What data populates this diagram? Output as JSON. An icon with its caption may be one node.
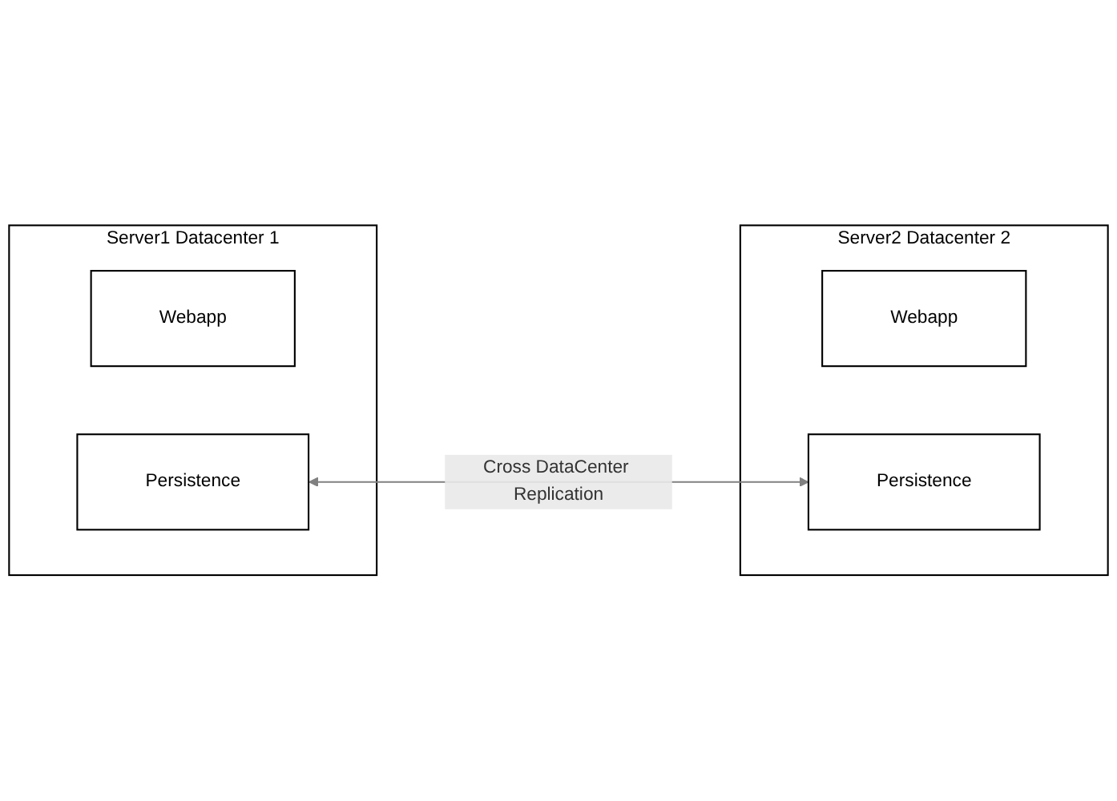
{
  "diagram": {
    "nodes": [
      {
        "text": [
          "Server1 Datacenter 1"
        ]
      },
      {
        "text": [
          "Webapp"
        ],
        "in": 0
      },
      {
        "text": [
          "Persistence"
        ],
        "in": 0
      },
      {
        "text": [
          "Server2 Datacenter 2"
        ]
      },
      {
        "text": [
          "Webapp"
        ],
        "in": 3
      },
      {
        "text": [
          "Persistence"
        ],
        "in": 3
      }
    ],
    "edges": [
      {
        "from": 2,
        "to": 5,
        "arrow": "both",
        "label": "Cross DataCenter Replication"
      }
    ]
  }
}
